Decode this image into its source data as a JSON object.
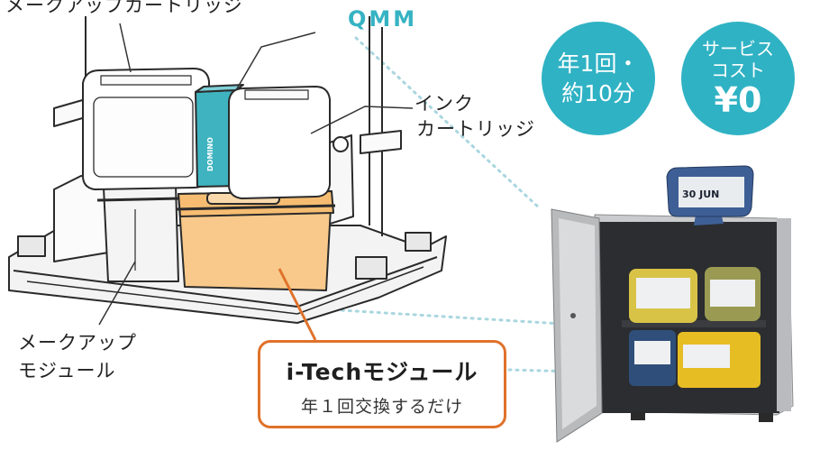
{
  "labels": {
    "makeup_cartridge": "メークアップカートリッジ",
    "qmm": "QMM",
    "ink_cartridge_line1": "インク",
    "ink_cartridge_line2": "カートリッジ",
    "makeup_module_line1": "メークアップ",
    "makeup_module_line2": "モジュール"
  },
  "badges": {
    "frequency_line1": "年1回・",
    "frequency_line2": "約10分",
    "service_line1": "サービス",
    "service_line2": "コスト",
    "service_price": "¥0"
  },
  "callout": {
    "title": "i-Techモジュール",
    "subtitle": "年１回交換するだけ"
  },
  "device": {
    "brand_text": "DOMINO",
    "screen_text": "30 JUN"
  },
  "colors": {
    "accent_teal": "#2fb2c4",
    "callout_orange": "#e0722b",
    "ink_module_fill": "#f8c98a"
  }
}
